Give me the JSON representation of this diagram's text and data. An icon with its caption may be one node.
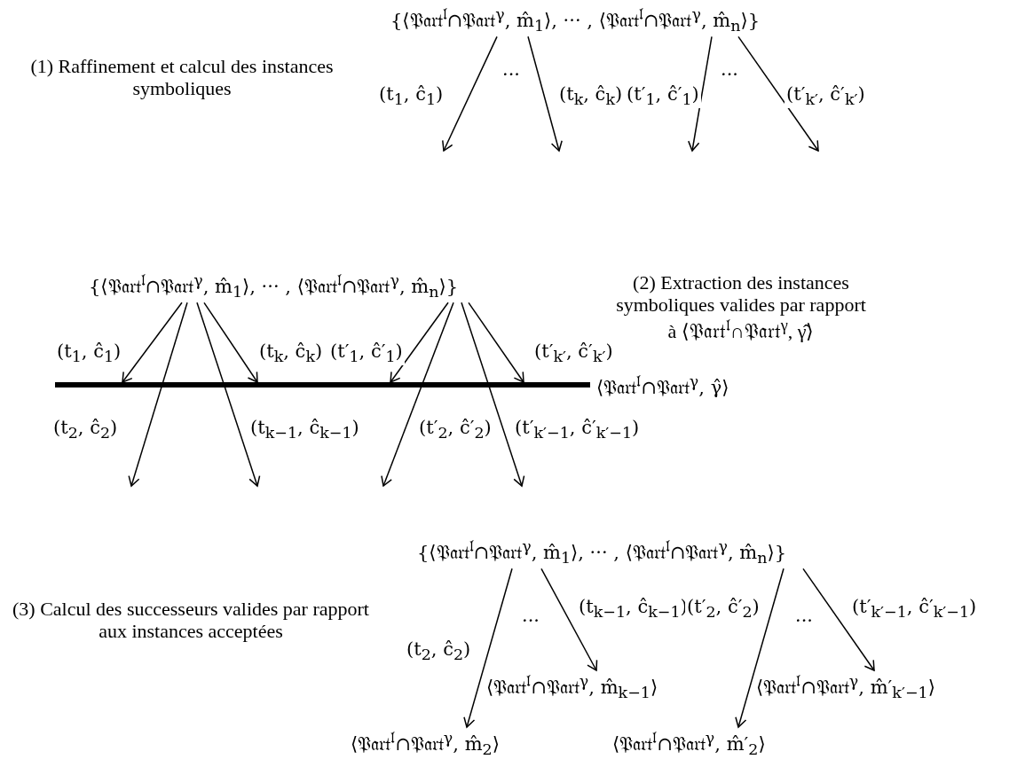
{
  "diagram": {
    "nodes": [
      {
        "text": [
          "{⟨𝔓𝔞𝔯𝔱$^{𝔩}$∩𝔓𝔞𝔯𝔱$^{γ}$, m̂$_{1}$⟩, ··· , ⟨𝔓𝔞𝔯𝔱$^{𝔩}$∩𝔓𝔞𝔯𝔱$^{γ}$, m̂$_{n}$⟩}"
        ]
      },
      {
        "text": [
          "{⟨𝔓𝔞𝔯𝔱$^{𝔩}$∩𝔓𝔞𝔯𝔱$^{γ}$, m̂$_{1}$⟩, ··· , ⟨𝔓𝔞𝔯𝔱$^{𝔩}$∩𝔓𝔞𝔯𝔱$^{γ}$, m̂$_{n}$⟩}"
        ]
      },
      {
        "text": [],
        "shape": "bar",
        "beside": [
          "⟨𝔓𝔞𝔯𝔱$^{𝔩}$∩𝔓𝔞𝔯𝔱$^{γ}$, γ̂⟩"
        ]
      },
      {
        "text": [
          "{⟨𝔓𝔞𝔯𝔱$^{𝔩}$∩𝔓𝔞𝔯𝔱$^{γ}$, m̂$_{1}$⟩, ··· , ⟨𝔓𝔞𝔯𝔱$^{𝔩}$∩𝔓𝔞𝔯𝔱$^{γ}$, m̂$_{n}$⟩}"
        ]
      },
      {
        "text": [
          "⟨𝔓𝔞𝔯𝔱$^{𝔩}$∩𝔓𝔞𝔯𝔱$^{γ}$, m̂$_{k−1}$⟩"
        ]
      },
      {
        "text": [
          "⟨𝔓𝔞𝔯𝔱$^{𝔩}$∩𝔓𝔞𝔯𝔱$^{γ}$, m̂′$_{k′−1}$⟩"
        ]
      },
      {
        "text": [
          "⟨𝔓𝔞𝔯𝔱$^{𝔩}$∩𝔓𝔞𝔯𝔱$^{γ}$, m̂$_{2}$⟩"
        ]
      },
      {
        "text": [
          "⟨𝔓𝔞𝔯𝔱$^{𝔩}$∩𝔓𝔞𝔯𝔱$^{γ}$, m̂′$_{2}$⟩"
        ]
      }
    ],
    "edges": [
      {
        "from": 0,
        "to": null,
        "arrow": "to",
        "label": "(t$_{1}$, ĉ$_{1}$)"
      },
      {
        "from": 0,
        "to": null,
        "arrow": "to",
        "label": "(t$_{k}$, ĉ$_{k}$)"
      },
      {
        "from": 0,
        "to": null,
        "arrow": "to",
        "label": "(t′$_{1}$, ĉ′$_{1}$)"
      },
      {
        "from": 0,
        "to": null,
        "arrow": "to",
        "label": "(t′$_{k′}$, ĉ′$_{k′}$)"
      },
      {
        "from": 1,
        "to": 2,
        "arrow": "to",
        "label": "(t$_{1}$, ĉ$_{1}$)"
      },
      {
        "from": 1,
        "to": null,
        "arrow": "to",
        "label": "(t$_{2}$, ĉ$_{2}$)"
      },
      {
        "from": 1,
        "to": null,
        "arrow": "to",
        "label": "(t$_{k−1}$, ĉ$_{k−1}$)"
      },
      {
        "from": 1,
        "to": 2,
        "arrow": "to",
        "label": "(t$_{k}$, ĉ$_{k}$)"
      },
      {
        "from": 1,
        "to": 2,
        "arrow": "to",
        "label": "(t′$_{1}$, ĉ′$_{1}$)"
      },
      {
        "from": 1,
        "to": null,
        "arrow": "to",
        "label": "(t′$_{2}$, ĉ′$_{2}$)"
      },
      {
        "from": 1,
        "to": null,
        "arrow": "to",
        "label": "(t′$_{k′−1}$, ĉ′$_{k′−1}$)"
      },
      {
        "from": 1,
        "to": 2,
        "arrow": "to",
        "label": "(t′$_{k′}$, ĉ′$_{k′}$)"
      },
      {
        "from": 3,
        "to": 6,
        "arrow": "to",
        "label": "(t$_{2}$, ĉ$_{2}$)"
      },
      {
        "from": 3,
        "to": 4,
        "arrow": "to",
        "label": "(t$_{k−1}$, ĉ$_{k−1}$)"
      },
      {
        "from": 3,
        "to": 7,
        "arrow": "to",
        "label": "(t′$_{2}$, ĉ′$_{2}$)"
      },
      {
        "from": 3,
        "to": 5,
        "arrow": "to",
        "label": "(t′$_{k′−1}$, ĉ′$_{k′−1}$)"
      }
    ],
    "labels": [
      "(1) Raffinement et calcul des instances symboliques",
      "···",
      "···",
      "(2) Extraction des instances symboliques valides par rapport à ⟨𝔓𝔞𝔯𝔱$^{𝔩}$∩𝔓𝔞𝔯𝔱$^{γ}$, γ̂⟩",
      "(3) Calcul des successeurs valides par rapport aux instances acceptées",
      "···",
      "···"
    ]
  }
}
